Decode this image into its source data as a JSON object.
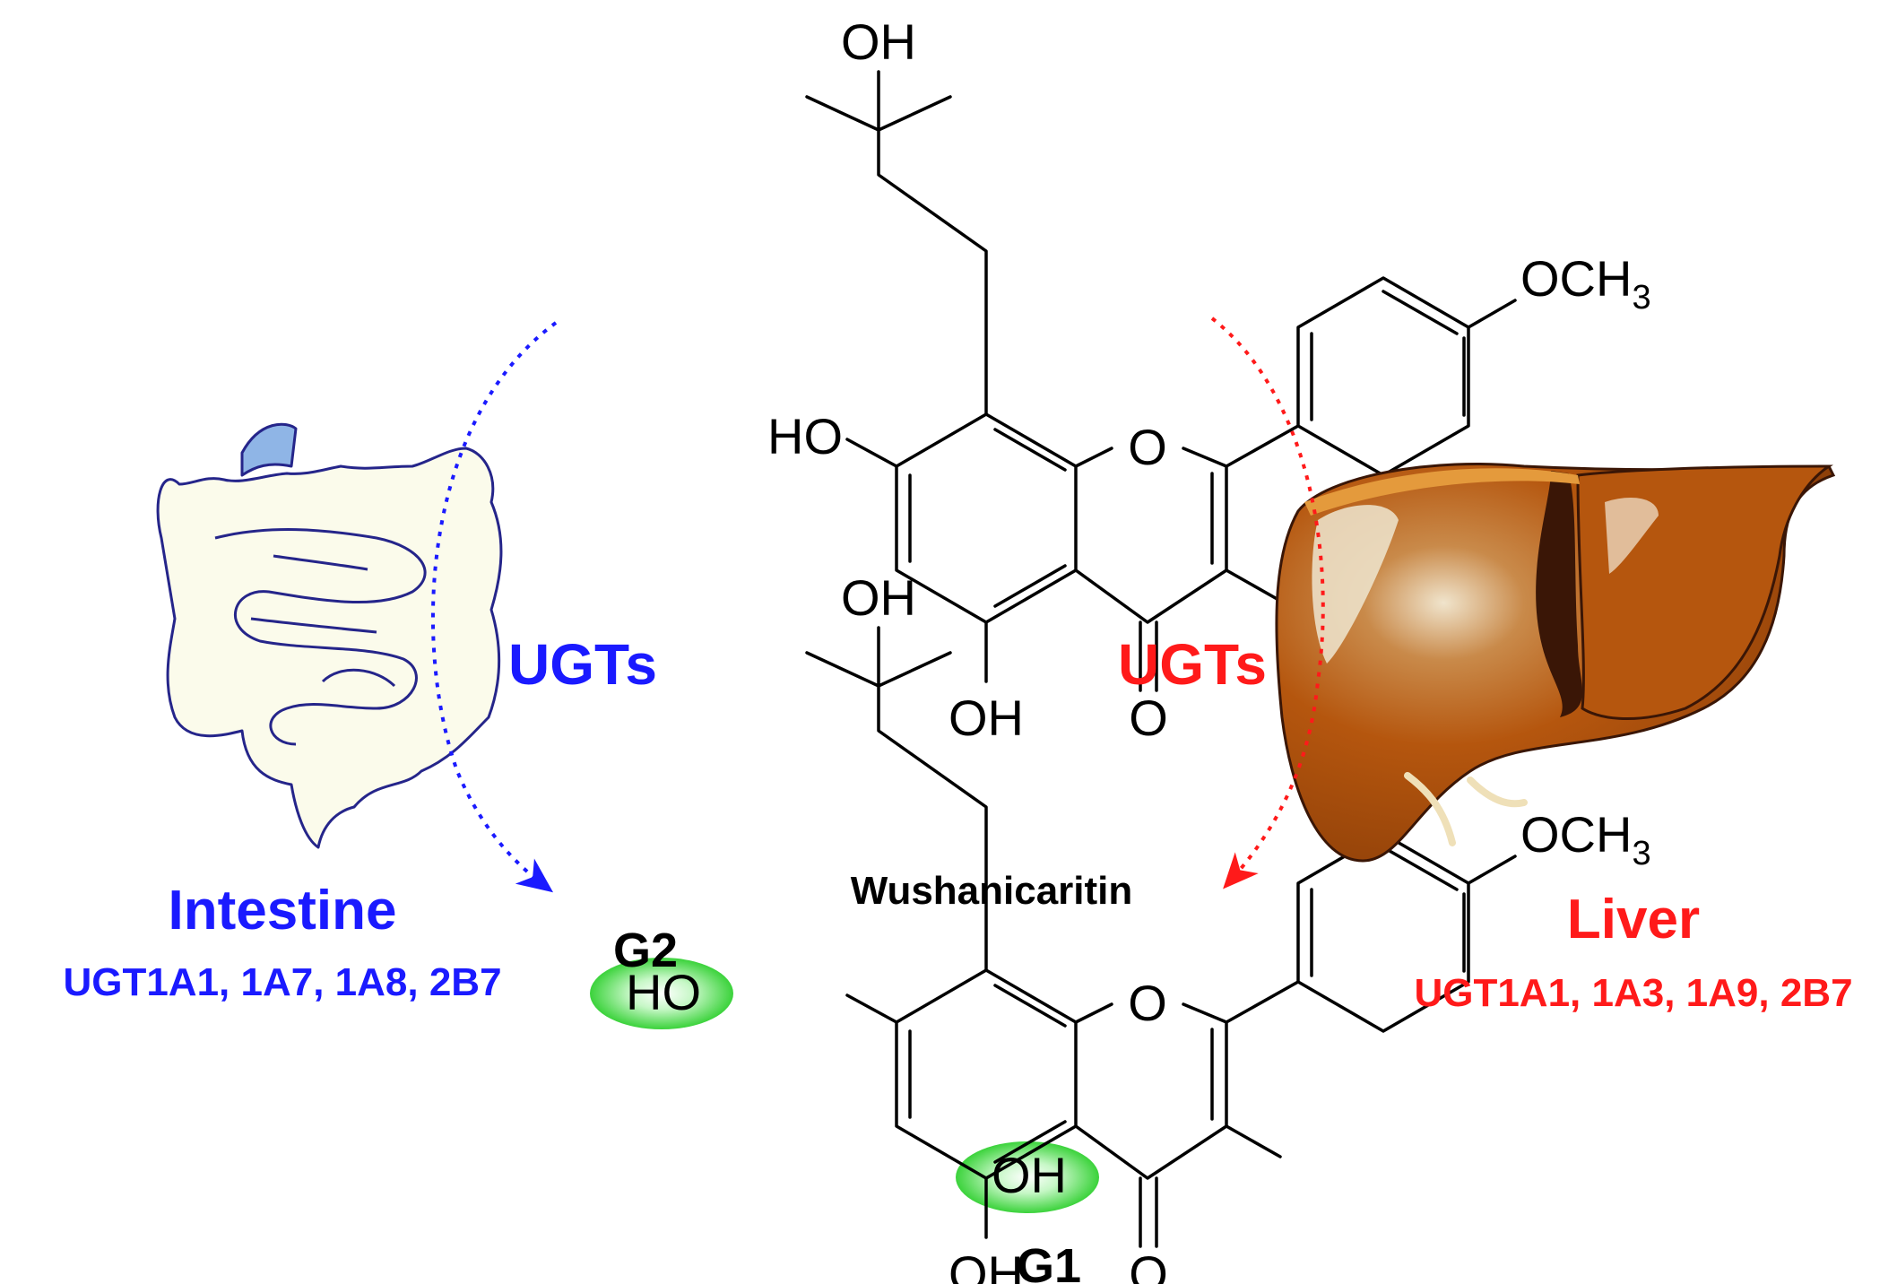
{
  "compound": {
    "name": "Wushanicaritin",
    "atoms": {
      "OH": "OH",
      "HO": "HO",
      "O": "O",
      "OCH": "OCH",
      "sub3": "3"
    }
  },
  "product": {
    "site_g1": "G1",
    "site_g2": "G2",
    "highlight_color": "#22cc22"
  },
  "intestine": {
    "label": "Intestine",
    "ugt_label": "UGTs",
    "enzymes": "UGT1A1, 1A7, 1A8, 2B7",
    "color": "#1a1aff",
    "organ_fill": "#fbfbeb",
    "organ_stroke": "#25258a",
    "stomach_fill": "#8fb5e6"
  },
  "liver": {
    "label": "Liver",
    "ugt_label": "UGTs",
    "enzymes": "UGT1A1, 1A3, 1A9, 2B7",
    "color": "#ff1a1a",
    "organ_fill": "#b5560e",
    "organ_shadow": "#3a1606",
    "organ_rim": "#e49a3c"
  }
}
